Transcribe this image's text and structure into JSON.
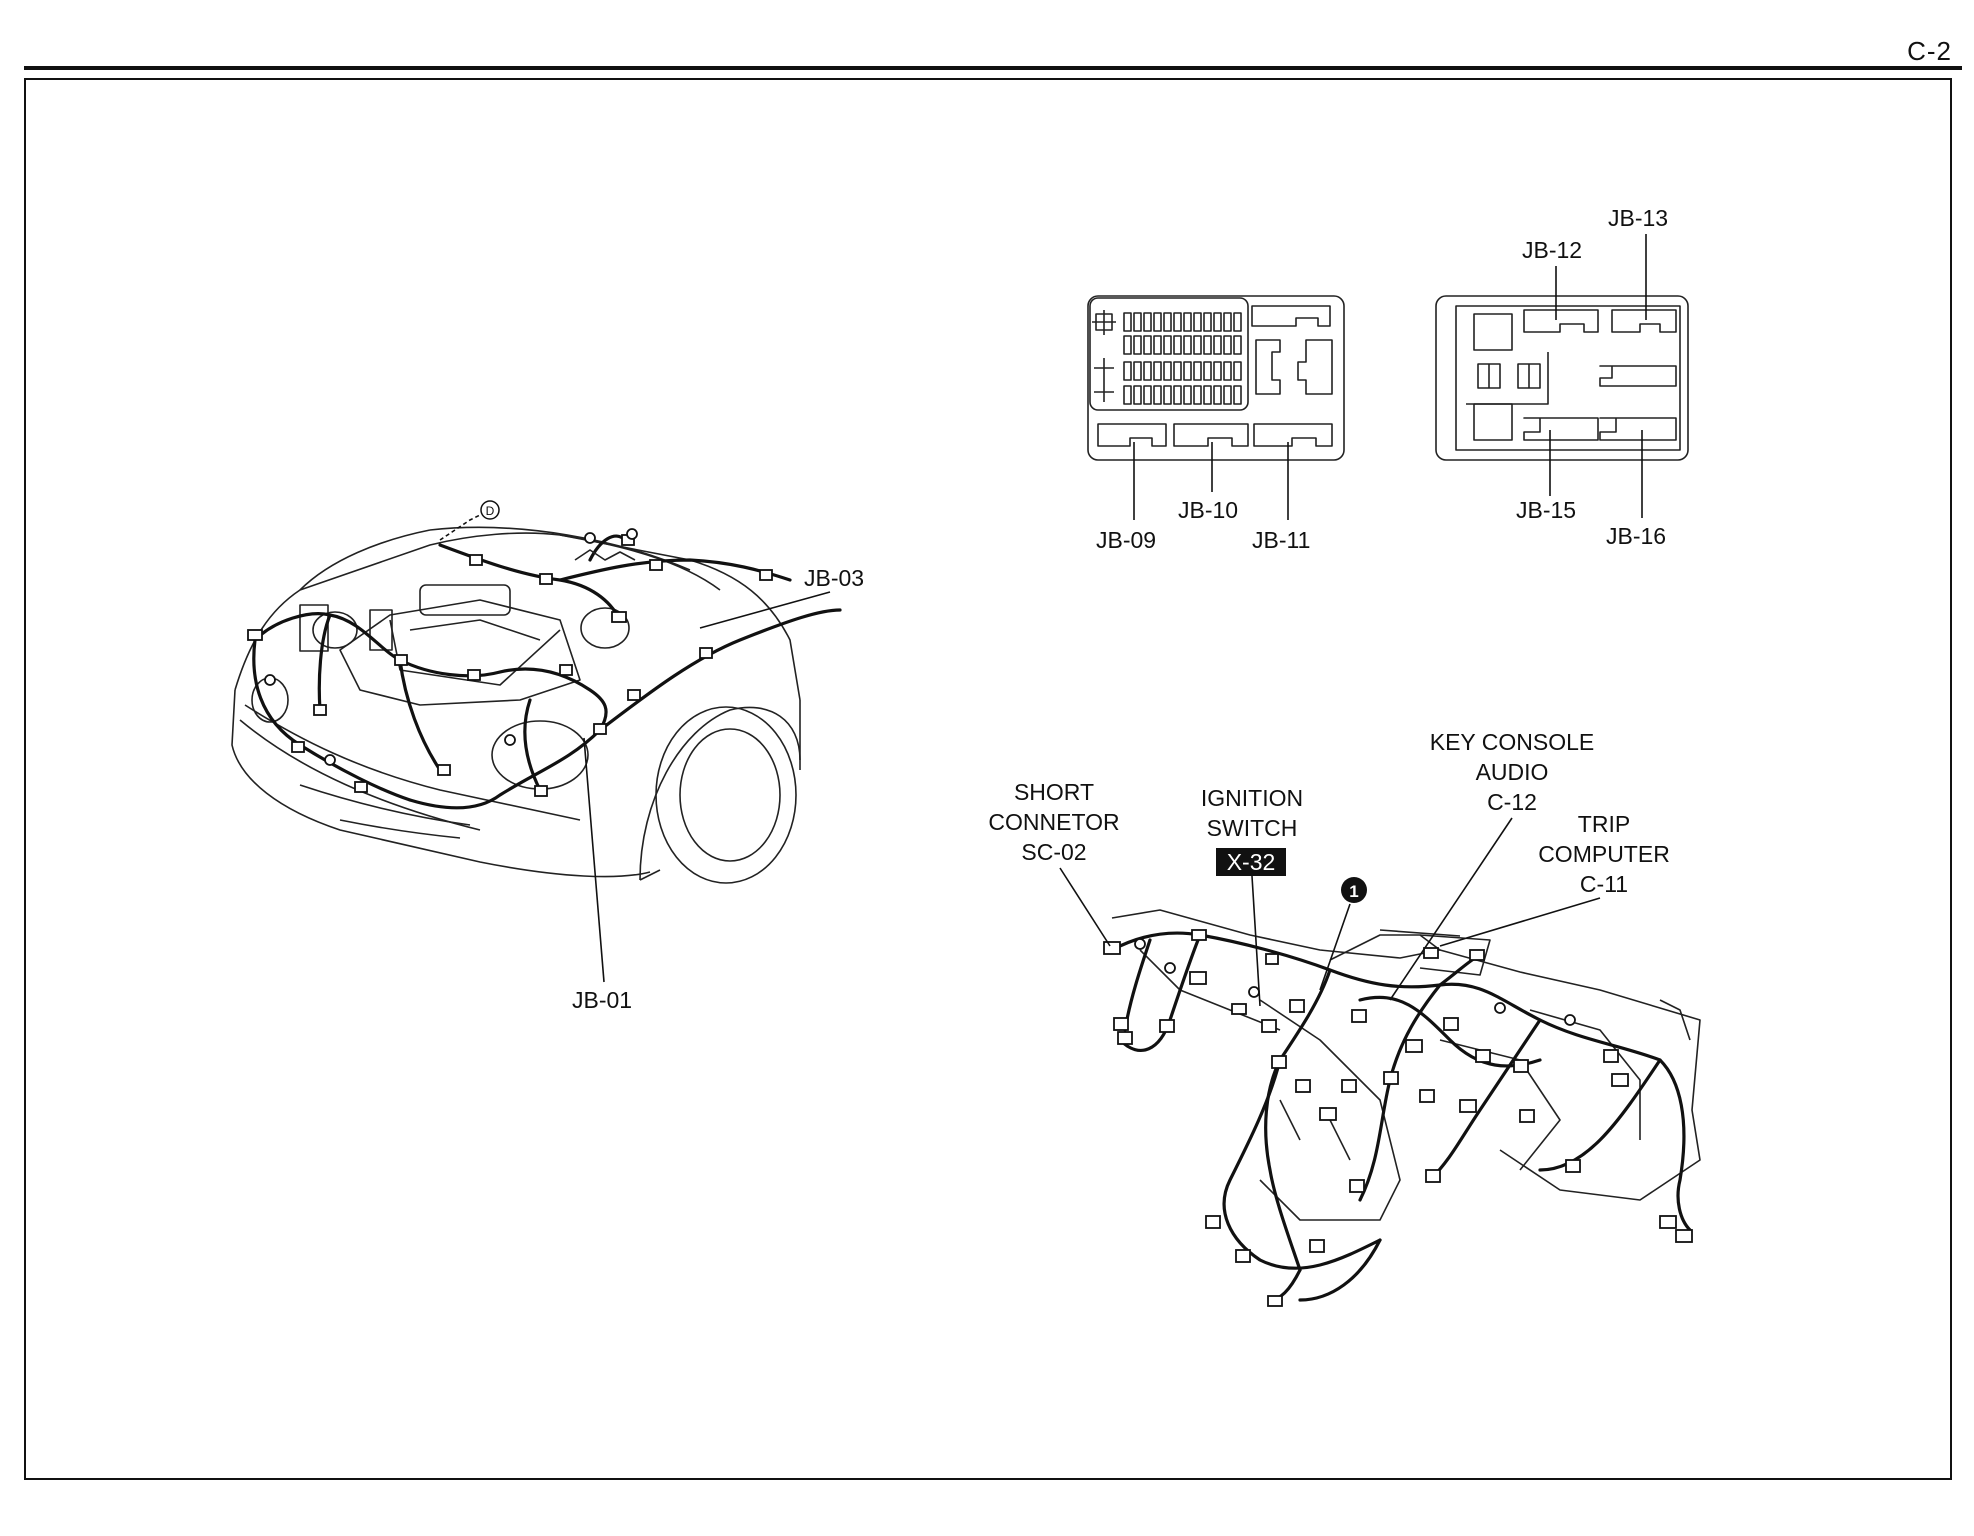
{
  "page": {
    "number": "C-2"
  },
  "engine_bay": {
    "callouts": {
      "jb01": "JB-01",
      "jb03": "JB-03",
      "point_d": "D"
    }
  },
  "junction_block_left": {
    "callouts": {
      "jb09": "JB-09",
      "jb10": "JB-10",
      "jb11": "JB-11"
    }
  },
  "junction_block_right": {
    "callouts": {
      "jb12": "JB-12",
      "jb13": "JB-13",
      "jb15": "JB-15",
      "jb16": "JB-16"
    }
  },
  "dash_harness": {
    "short_connector": {
      "line1": "SHORT",
      "line2": "CONNETOR",
      "line3": "SC-02"
    },
    "ignition_switch": {
      "line1": "IGNITION",
      "line2": "SWITCH",
      "code": "X-32"
    },
    "key_console_audio": {
      "line1": "KEY CONSOLE",
      "line2": "AUDIO",
      "line3": "C-12"
    },
    "trip_computer": {
      "line1": "TRIP",
      "line2": "COMPUTER",
      "line3": "C-11"
    },
    "marker": "1"
  }
}
